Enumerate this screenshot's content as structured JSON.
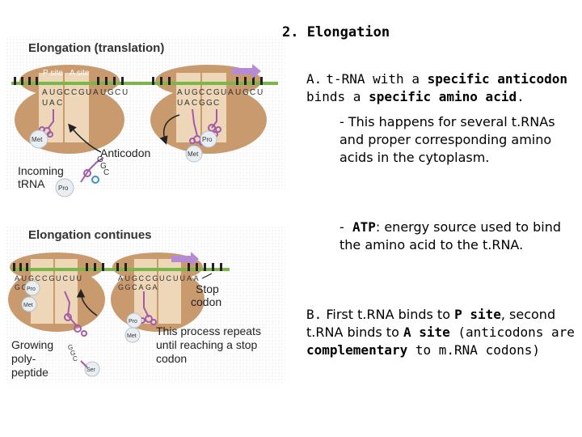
{
  "slide": {
    "title": "2. Elongation",
    "pointA": {
      "marker": "A.",
      "pre": "t-RNA with a ",
      "emph1": "specific anticodon",
      "mid": " binds a ",
      "emph2": "specific amino acid",
      "end": "."
    },
    "subA1": "- This happens for several t.RNAs and proper corresponding amino acids in the cytoplasm.",
    "subA2": {
      "dash": "-",
      "emph": "ATP",
      "text": ": energy source used to bind the amino acid to the t.RNA."
    },
    "pointB": {
      "marker": "B.",
      "t1": "First t.RNA binds to ",
      "e1": "P site",
      "t2": ", second t.RNA binds to ",
      "e2": "A site",
      "t3": " (anticodons are ",
      "e3": "complementary",
      "t4": " to m.RNA codons)"
    }
  },
  "figure": {
    "top": {
      "title": "Elongation (translation)",
      "p_site": "P site",
      "a_site": "A site",
      "mrna_left": [
        "A",
        "U",
        "G",
        "C",
        "C",
        "G",
        "U",
        "A",
        "U",
        "G",
        "C",
        "U"
      ],
      "mrna_right": [
        "A",
        "U",
        "G",
        "C",
        "C",
        "G",
        "U",
        "A",
        "U",
        "G",
        "C",
        "U"
      ],
      "anticodon_left": [
        "U",
        "A",
        "C"
      ],
      "anticodon_right": [
        "U",
        "A",
        "C",
        "G",
        "G",
        "C"
      ],
      "met": "Met",
      "pro": "Pro",
      "anticodon_label": "Anticodon",
      "incoming_trna": [
        "Incoming",
        "tRNA"
      ],
      "incoming_codon": [
        "G",
        "G",
        "C"
      ]
    },
    "bottom": {
      "title": "Elongation continues",
      "mrna_left": [
        "A",
        "U",
        "G",
        "C",
        "C",
        "G",
        "U",
        "C",
        "U",
        "U"
      ],
      "mrna_right": [
        "A",
        "U",
        "G",
        "C",
        "C",
        "G",
        "U",
        "C",
        "U",
        "U",
        "A",
        "A"
      ],
      "anticodon_left": [
        "G",
        "G",
        "C"
      ],
      "anticodon_right": [
        "G",
        "G",
        "C",
        "A",
        "G",
        "A"
      ],
      "stop_codon": [
        "Stop",
        "codon"
      ],
      "repeat_text": [
        "This process repeats",
        "until reaching a stop",
        "codon"
      ],
      "growing": [
        "Growing",
        "poly-",
        "peptide"
      ],
      "pro": "Pro",
      "met": "Met",
      "ser": "Ser"
    },
    "colors": {
      "ribosome": "#c99a6e",
      "ribosome_light": "#f3e2c6",
      "mrna_bar": "#7ab648",
      "arrow": "#b58ad6",
      "trna": "#a45aa8",
      "dots": "#e3e3e3"
    }
  }
}
